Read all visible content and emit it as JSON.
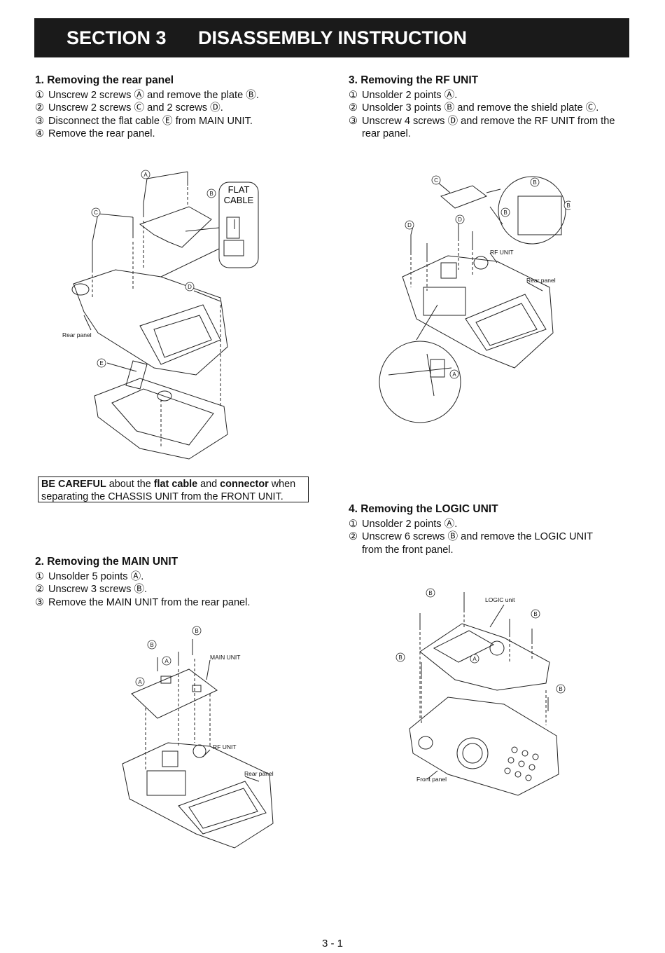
{
  "header": {
    "section": "SECTION 3",
    "title": "DISASSEMBLY INSTRUCTION"
  },
  "s1": {
    "title": "1. Removing the rear panel",
    "steps": [
      {
        "num": "①",
        "text": "Unscrew 2 screws Ⓐ and remove the plate Ⓑ."
      },
      {
        "num": "②",
        "text": "Unscrew 2 screws Ⓒ and 2 screws Ⓓ."
      },
      {
        "num": "③",
        "text": "Disconnect the flat cable Ⓔ from MAIN UNIT."
      },
      {
        "num": "④",
        "text": "Remove the rear panel."
      }
    ],
    "fig": {
      "a": "A",
      "b": "B",
      "c": "C",
      "d": "D",
      "e": "E",
      "rear": "Rear panel",
      "flat1": "FLAT",
      "flat2": "CABLE"
    }
  },
  "caution": {
    "bold1": "BE CAREFUL",
    "t1": " about the ",
    "bold2": "flat cable",
    "t2": " and ",
    "bold3": "connector",
    "t3": " when",
    "line2": "separating the CHASSIS UNIT from the FRONT UNIT."
  },
  "s2": {
    "title": "2. Removing the MAIN UNIT",
    "steps": [
      {
        "num": "①",
        "text": "Unsolder 5 points Ⓐ."
      },
      {
        "num": "②",
        "text": "Unscrew 3 screws Ⓑ."
      },
      {
        "num": "③",
        "text": "Remove the MAIN UNIT from the rear panel."
      }
    ],
    "fig": {
      "a": "A",
      "b": "B",
      "main": "MAIN UNIT",
      "rf": "RF UNIT",
      "rear": "Rear panel"
    }
  },
  "s3": {
    "title": "3. Removing the RF UNIT",
    "steps": [
      {
        "num": "①",
        "text": "Unsolder 2 points Ⓐ."
      },
      {
        "num": "②",
        "text": "Unsolder 3 points Ⓑ and remove the shield plate Ⓒ."
      },
      {
        "num": "③",
        "text": "Unscrew 4 screws Ⓓ and remove the RF UNIT from the"
      },
      {
        "num": "",
        "text": "rear panel."
      }
    ],
    "fig": {
      "a": "A",
      "b": "B",
      "c": "C",
      "d": "D",
      "rf": "RF UNIT",
      "rear": "Rear panel"
    }
  },
  "s4": {
    "title": "4. Removing the LOGIC UNIT",
    "steps": [
      {
        "num": "①",
        "text": "Unsolder 2 points Ⓐ."
      },
      {
        "num": "②",
        "text": "Unscrew 6 screws Ⓑ and remove the LOGIC UNIT"
      },
      {
        "num": "",
        "text": "from the front panel."
      }
    ],
    "fig": {
      "a": "A",
      "b": "B",
      "logic": "LOGIC unit",
      "front": "Front panel"
    }
  },
  "page_number": "3 - 1"
}
